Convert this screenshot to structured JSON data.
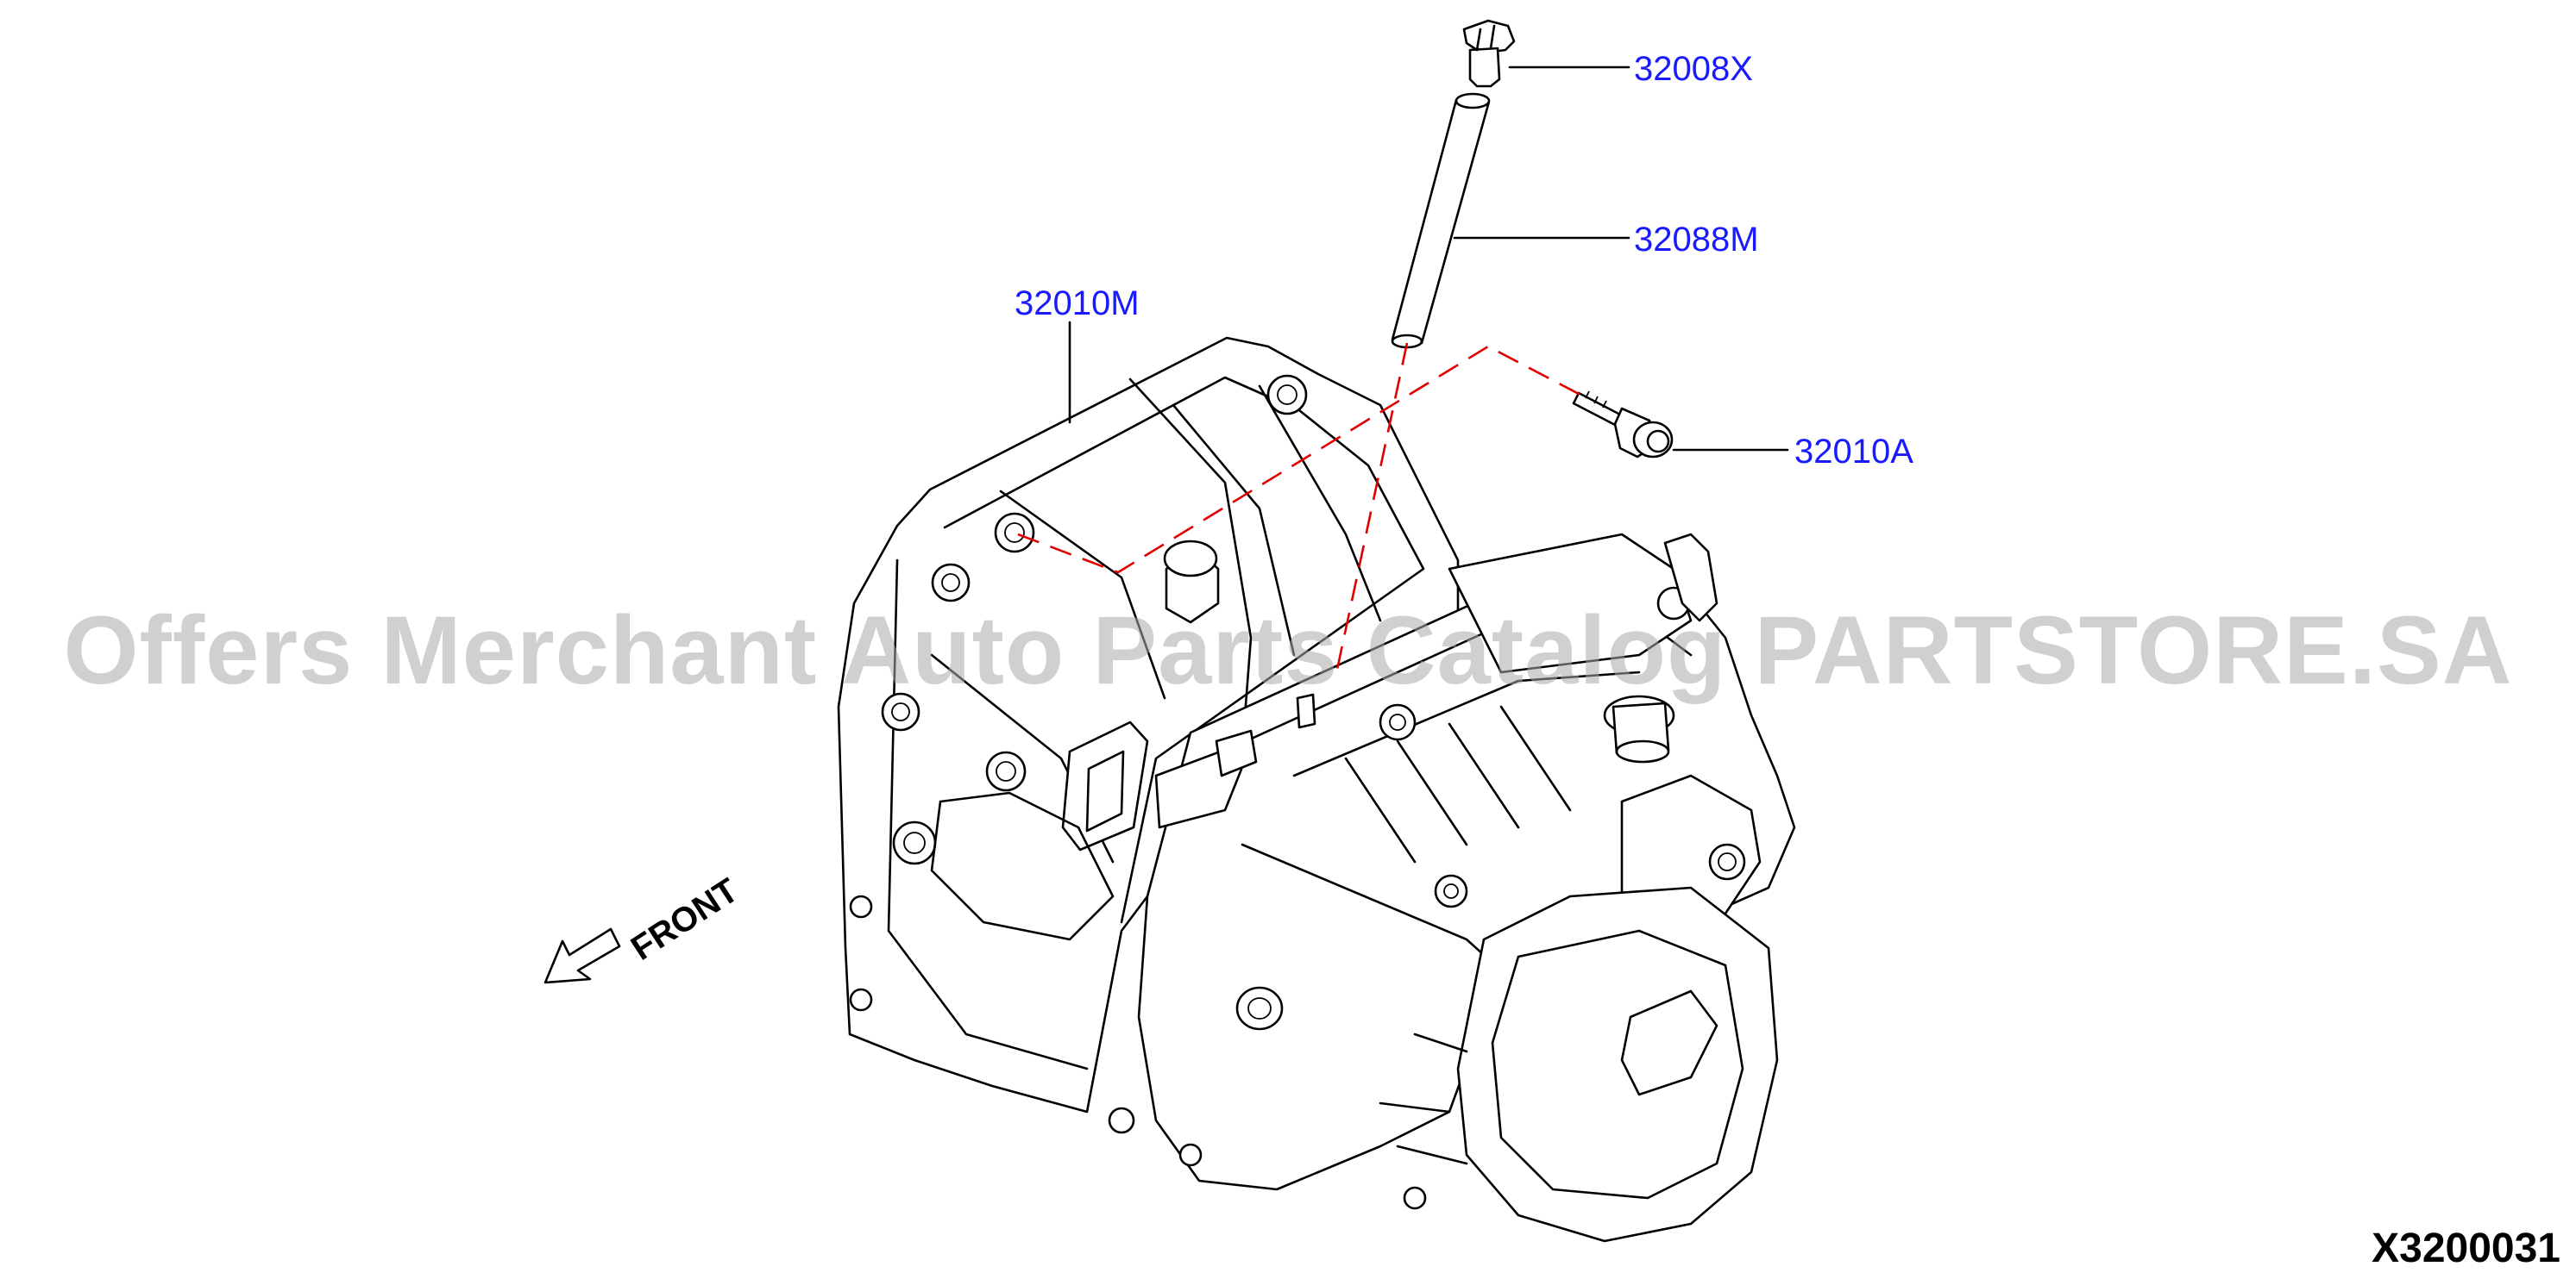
{
  "diagram_code": "X3200031",
  "watermark": "Offers Merchant Auto Parts Catalog PARTSTORE.SA",
  "front_label": "FRONT",
  "colors": {
    "callout_text": "#1a1aff",
    "guide_line": "#e00000",
    "drawing_line": "#000000",
    "watermark": "#aaaaaa"
  },
  "parts": [
    {
      "id": "cap",
      "number": "32008X"
    },
    {
      "id": "tube",
      "number": "32088M"
    },
    {
      "id": "transaxle",
      "number": "32010M"
    },
    {
      "id": "bolt",
      "number": "32010A"
    }
  ]
}
